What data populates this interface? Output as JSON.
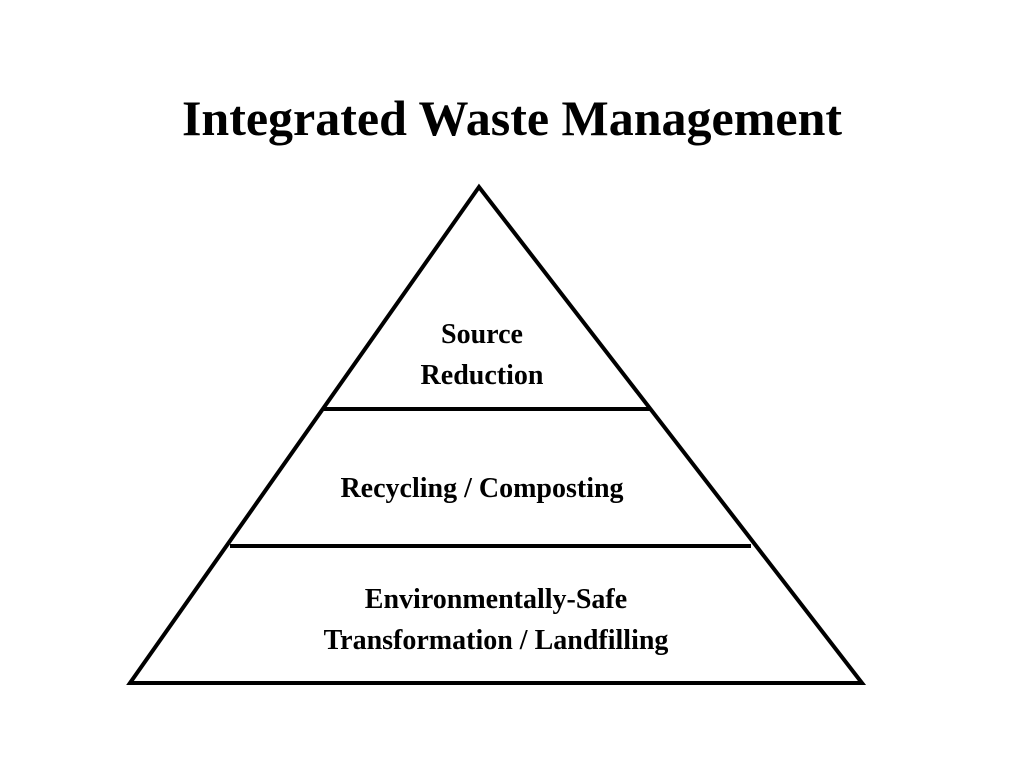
{
  "slide": {
    "title": "Integrated Waste Management"
  },
  "pyramid": {
    "tiers": [
      {
        "lines": [
          "Source",
          "Reduction"
        ]
      },
      {
        "lines": [
          "Recycling / Composting"
        ]
      },
      {
        "lines": [
          "Environmentally-Safe",
          "Transformation / Landfilling"
        ]
      }
    ],
    "colors": {
      "stroke": "#000000",
      "fill": "#ffffff",
      "text": "#000000"
    }
  }
}
